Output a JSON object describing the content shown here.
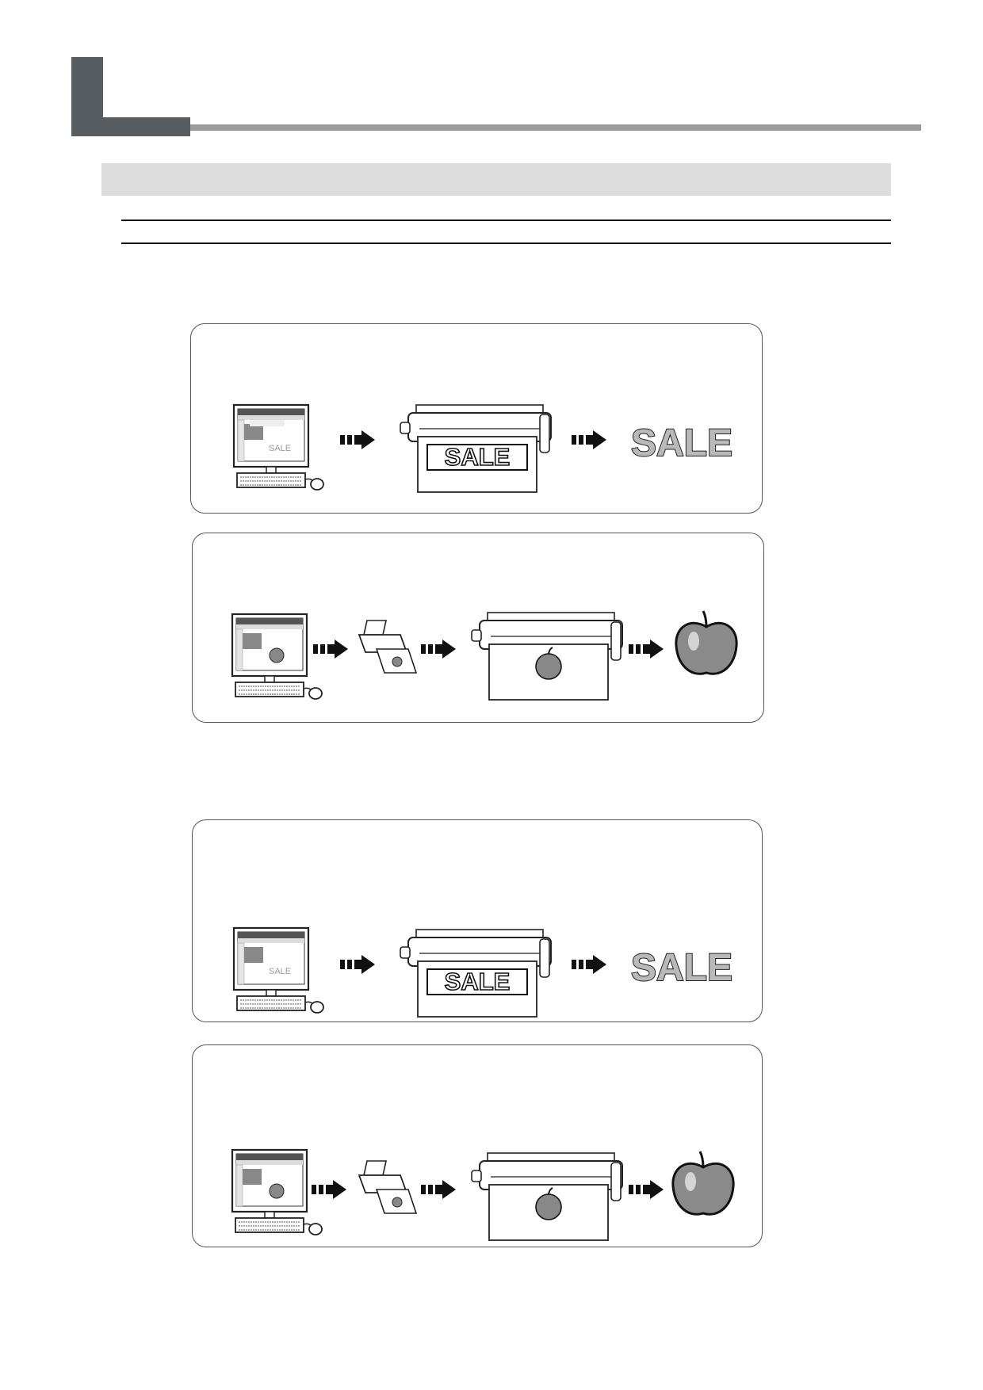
{
  "illustrations": {
    "sale_text": "SALE"
  },
  "colors": {
    "header_dark": "#575d60",
    "header_rule": "#9c9c9c",
    "section_bar": "#dcdcdc",
    "apple_fill": "#8a8a8a"
  },
  "panels": [
    {
      "kind": "cut-text"
    },
    {
      "kind": "print-and-cut"
    },
    {
      "kind": "cut-text"
    },
    {
      "kind": "print-and-cut"
    }
  ]
}
